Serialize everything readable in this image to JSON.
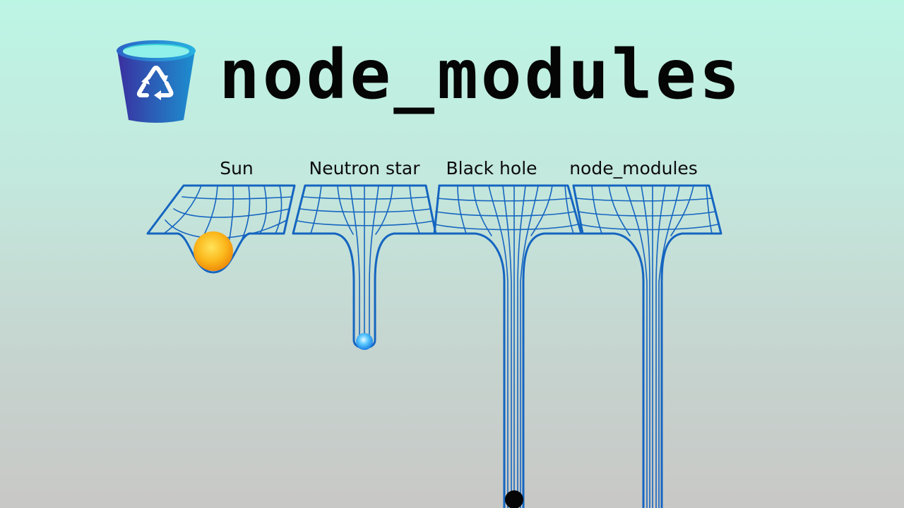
{
  "title": "node_modules",
  "header_icon": "recycle-bin-icon",
  "wells": [
    {
      "label": "Sun",
      "object": "sun",
      "color": "#f8a812"
    },
    {
      "label": "Neutron star",
      "object": "neutron-star",
      "color": "#2ea8ff"
    },
    {
      "label": "Black hole",
      "object": "black-hole",
      "color": "#050505"
    },
    {
      "label": "node_modules",
      "object": "none",
      "color": ""
    }
  ],
  "colors": {
    "grid": "#1565c0",
    "background_top": "#bdf5e5",
    "background_bottom": "#c8c8c6"
  }
}
